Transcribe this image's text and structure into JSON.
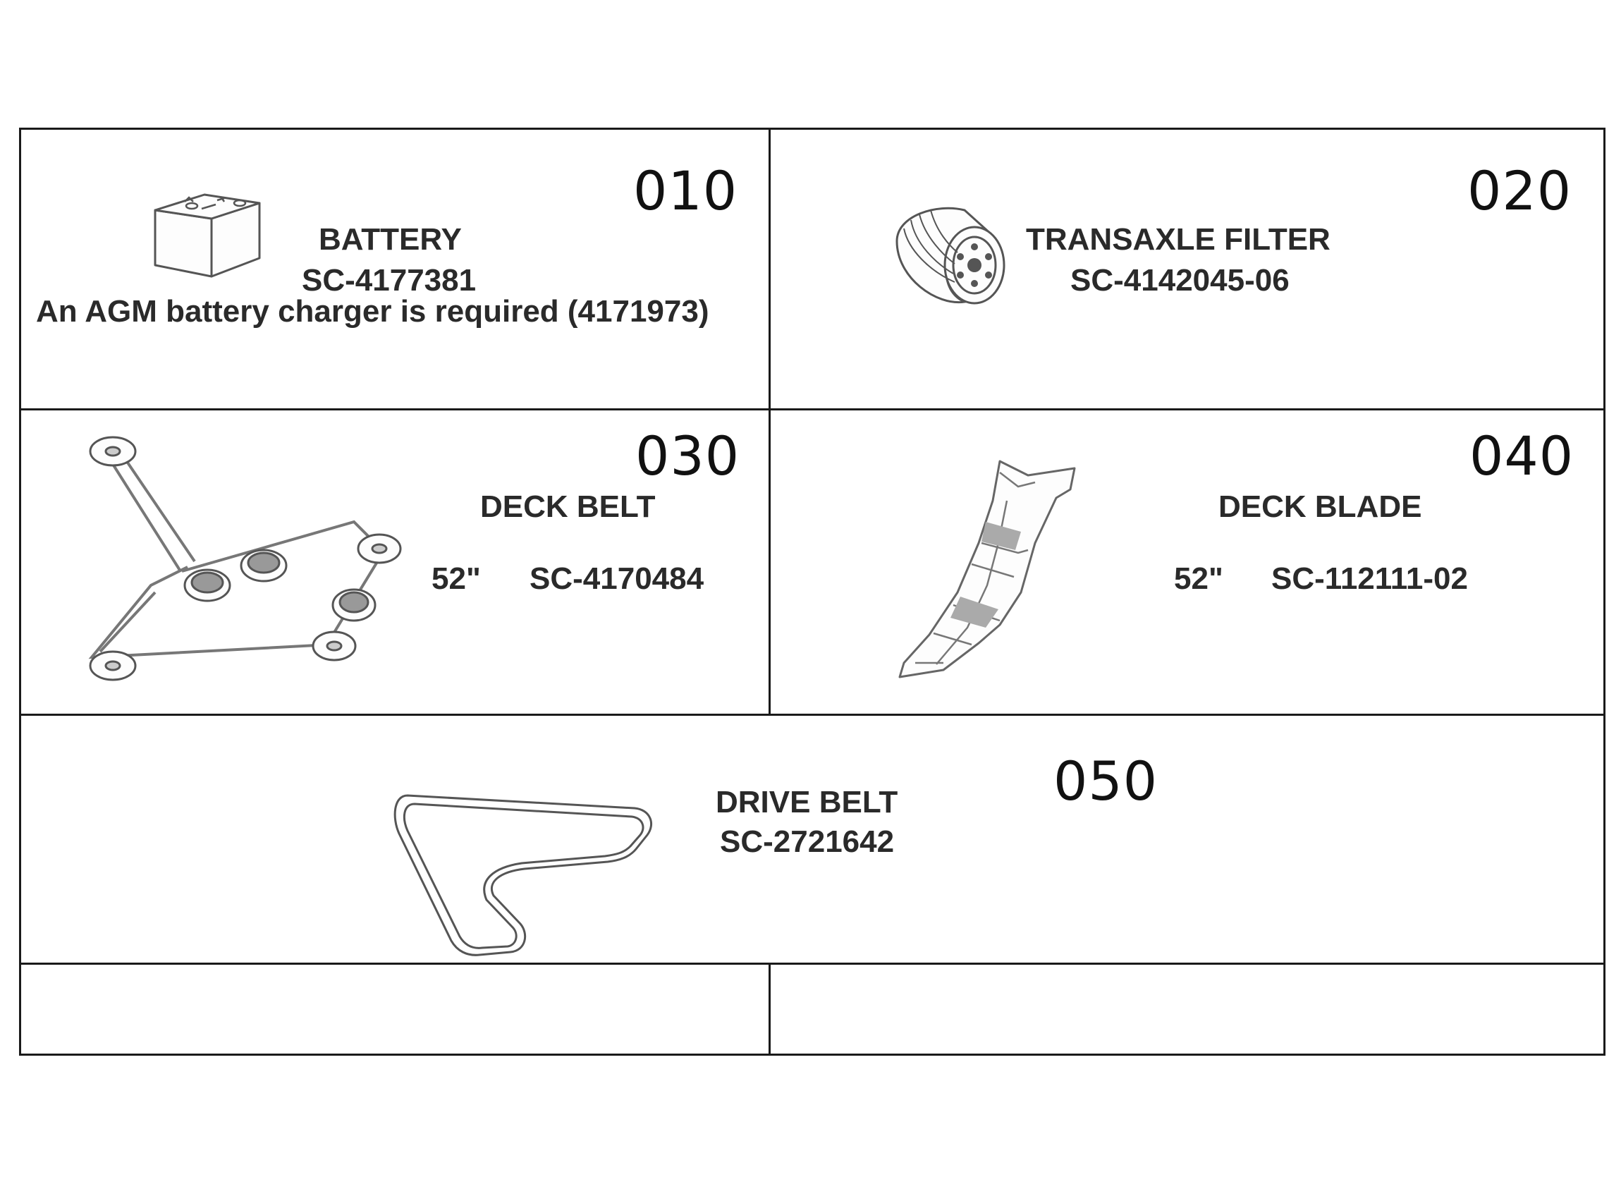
{
  "parts": [
    {
      "id": "010",
      "name": "BATTERY",
      "part_no": "SC-4177381",
      "note": "An AGM battery charger is required (4171973)",
      "icon": "battery-icon"
    },
    {
      "id": "020",
      "name": "TRANSAXLE FILTER",
      "part_no": "SC-4142045-06",
      "icon": "oil-filter-icon"
    },
    {
      "id": "030",
      "name": "DECK BELT",
      "size": "52\"",
      "part_no": "SC-4170484",
      "icon": "deck-belt-pulleys-icon"
    },
    {
      "id": "040",
      "name": "DECK BLADE",
      "size": "52\"",
      "part_no": "SC-112111-02",
      "icon": "mower-blade-icon"
    },
    {
      "id": "050",
      "name": "DRIVE BELT",
      "part_no": "SC-2721642",
      "icon": "drive-belt-icon"
    }
  ],
  "colors": {
    "line": "#1a1a1a",
    "text": "#2a2a2a",
    "drawing": "#555555"
  }
}
